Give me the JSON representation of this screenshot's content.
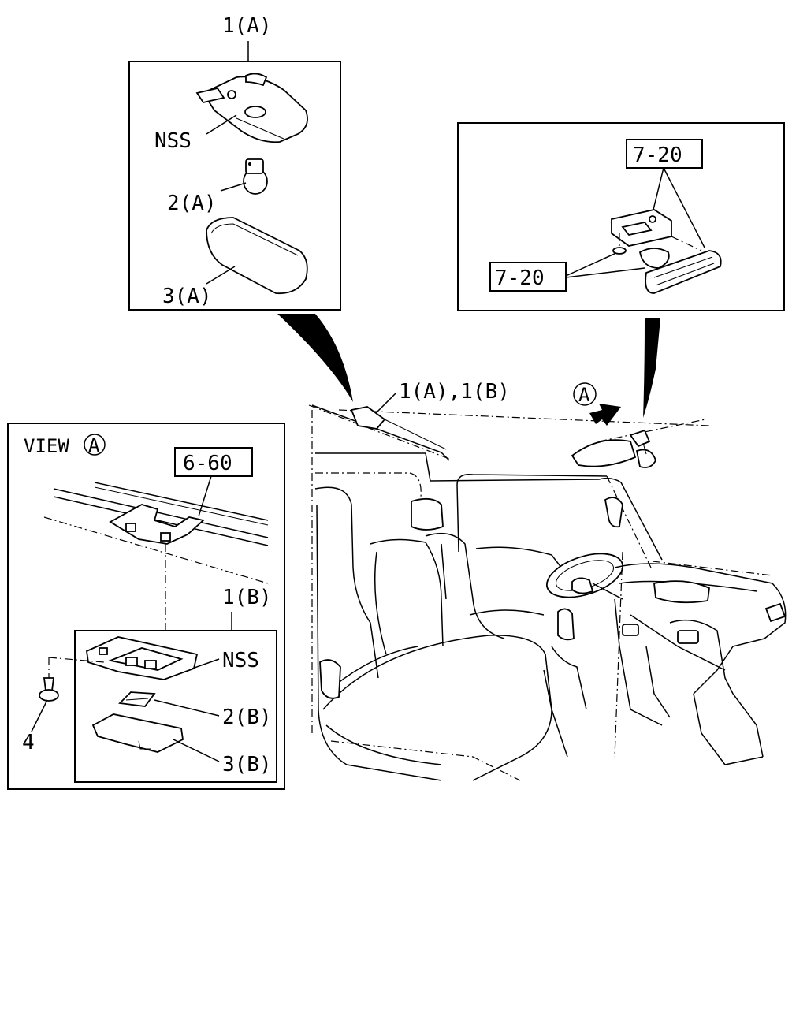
{
  "labels": {
    "detail_a_title": "1(A)",
    "detail_a_nss": "NSS",
    "detail_a_part2": "2(A)",
    "detail_a_part3": "3(A)",
    "mirror_ref_top": "7-20",
    "mirror_ref_left": "7-20",
    "cab_lamp_callout": "1(A),1(B)",
    "view_marker": "A",
    "view_title": "VIEW",
    "view_circle_letter": "A",
    "roof_ref": "6-60",
    "detail_b_title": "1(B)",
    "detail_b_nss": "NSS",
    "detail_b_part2": "2(B)",
    "detail_b_part3": "3(B)",
    "screw_part": "4"
  }
}
